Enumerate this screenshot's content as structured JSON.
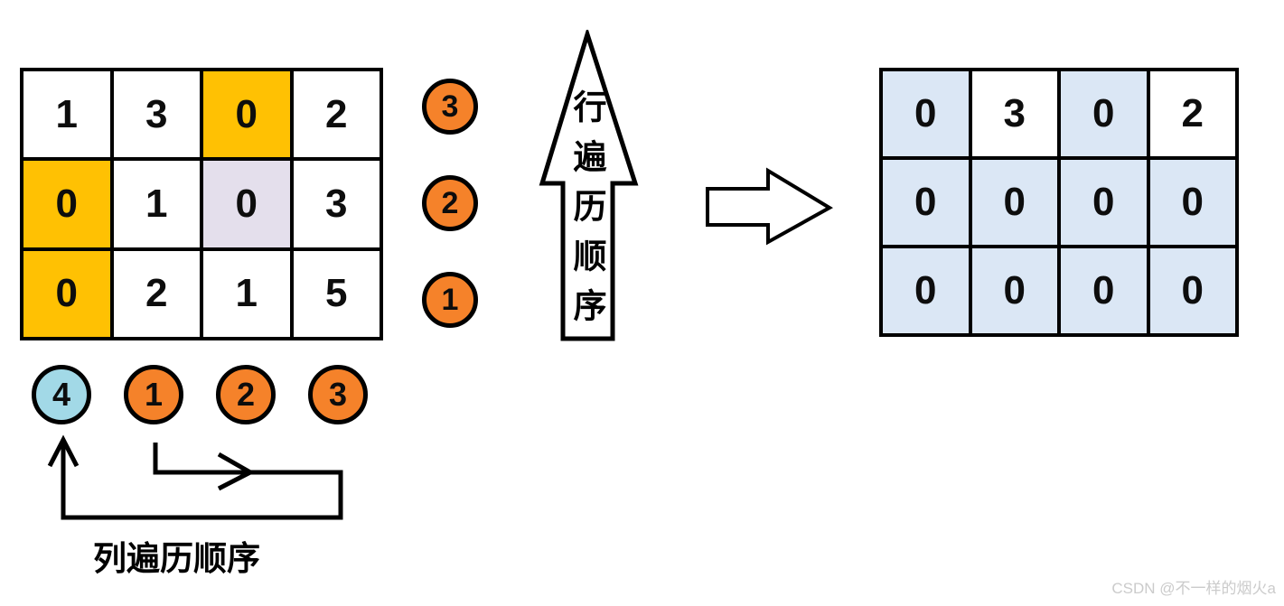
{
  "colors": {
    "yellow": "#FFC103",
    "lavender": "#E4DFEC",
    "light_blue": "#DBE7F5",
    "orange": "#F5822A",
    "cyan": "#A2D9E7",
    "outline": "#000000",
    "watermark_gray": "#cbcbcb"
  },
  "input_matrix": {
    "rows": [
      [
        {
          "value": "1",
          "bg": "white"
        },
        {
          "value": "3",
          "bg": "white"
        },
        {
          "value": "0",
          "bg": "yellow"
        },
        {
          "value": "2",
          "bg": "white"
        }
      ],
      [
        {
          "value": "0",
          "bg": "yellow"
        },
        {
          "value": "1",
          "bg": "white"
        },
        {
          "value": "0",
          "bg": "lavender"
        },
        {
          "value": "3",
          "bg": "white"
        }
      ],
      [
        {
          "value": "0",
          "bg": "yellow"
        },
        {
          "value": "2",
          "bg": "white"
        },
        {
          "value": "1",
          "bg": "white"
        },
        {
          "value": "5",
          "bg": "white"
        }
      ]
    ]
  },
  "output_matrix": {
    "rows": [
      [
        {
          "value": "0",
          "bg": "light_blue"
        },
        {
          "value": "3",
          "bg": "white"
        },
        {
          "value": "0",
          "bg": "light_blue"
        },
        {
          "value": "2",
          "bg": "white"
        }
      ],
      [
        {
          "value": "0",
          "bg": "light_blue"
        },
        {
          "value": "0",
          "bg": "light_blue"
        },
        {
          "value": "0",
          "bg": "light_blue"
        },
        {
          "value": "0",
          "bg": "light_blue"
        }
      ],
      [
        {
          "value": "0",
          "bg": "light_blue"
        },
        {
          "value": "0",
          "bg": "light_blue"
        },
        {
          "value": "0",
          "bg": "light_blue"
        },
        {
          "value": "0",
          "bg": "light_blue"
        }
      ]
    ]
  },
  "row_order_badges": [
    {
      "value": "3",
      "bg": "orange"
    },
    {
      "value": "2",
      "bg": "orange"
    },
    {
      "value": "1",
      "bg": "orange"
    }
  ],
  "column_order_badges": [
    {
      "value": "4",
      "bg": "cyan"
    },
    {
      "value": "1",
      "bg": "orange"
    },
    {
      "value": "2",
      "bg": "orange"
    },
    {
      "value": "3",
      "bg": "orange"
    }
  ],
  "labels": {
    "row_traversal": "行遍历顺序",
    "column_traversal": "列遍历顺序"
  },
  "watermark": "CSDN @不一样的烟火a"
}
